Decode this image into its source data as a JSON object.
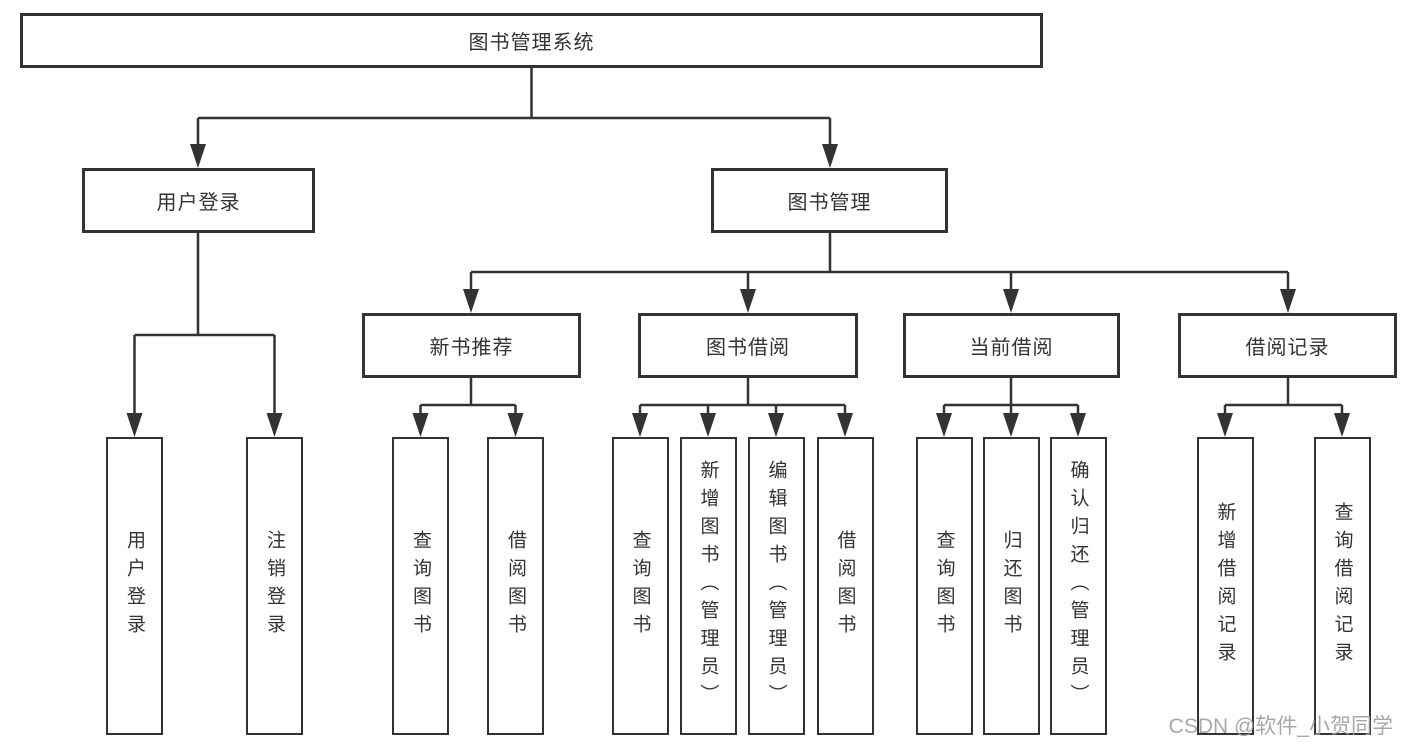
{
  "diagram": {
    "title": "图书管理系统",
    "branches": [
      {
        "label": "用户登录",
        "children": [
          {
            "label": "用户登录"
          },
          {
            "label": "注销登录"
          }
        ]
      },
      {
        "label": "图书管理",
        "children": [
          {
            "label": "新书推荐",
            "children": [
              {
                "label": "查询图书"
              },
              {
                "label": "借阅图书"
              }
            ]
          },
          {
            "label": "图书借阅",
            "children": [
              {
                "label": "查询图书"
              },
              {
                "label": "新增图书（管理员）"
              },
              {
                "label": "编辑图书（管理员）"
              },
              {
                "label": "借阅图书"
              }
            ]
          },
          {
            "label": "当前借阅",
            "children": [
              {
                "label": "查询图书"
              },
              {
                "label": "归还图书"
              },
              {
                "label": "确认归还（管理员）"
              }
            ]
          },
          {
            "label": "借阅记录",
            "children": [
              {
                "label": "新增借阅记录"
              },
              {
                "label": "查询借阅记录"
              }
            ]
          }
        ]
      }
    ]
  },
  "watermark": "CSDN @软件_小贺同学",
  "colors": {
    "line": "#333333",
    "text": "#333333",
    "watermark": "#9e9e9e",
    "background": "#ffffff"
  }
}
